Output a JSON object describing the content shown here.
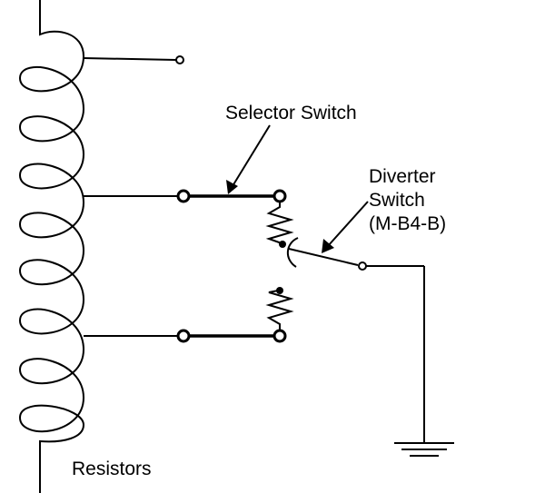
{
  "labels": {
    "selector_switch": "Selector Switch",
    "diverter_line1": "Diverter",
    "diverter_line2": "Switch",
    "diverter_line3": "(M-B4-B)",
    "resistors": "Resistors"
  },
  "colors": {
    "line": "#000000",
    "background": "#ffffff"
  }
}
